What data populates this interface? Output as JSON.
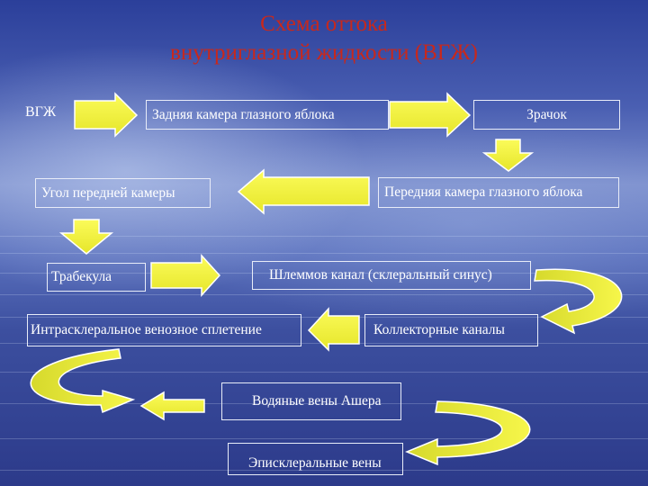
{
  "title": {
    "line1": "Схема оттока",
    "line2": "внутриглазной жидкости (ВГЖ)"
  },
  "nodes": {
    "vgzh": "ВГЖ",
    "posterior_chamber": "Задняя камера глазного яблока",
    "pupil": "Зрачок",
    "anterior_chamber": "Передняя камера глазного яблока",
    "anterior_angle": "Угол передней камеры",
    "trabecula": "Трабекула",
    "schlemm_canal": "Шлеммов канал (склеральный синус)",
    "collector_channels": "Коллекторные каналы",
    "intrascleral_plexus": "Интрасклеральное венозное сплетение",
    "aqueous_veins": "Водяные вены Ашера",
    "episcleral_veins": "Эписклеральные вены"
  },
  "colors": {
    "title": "#c8281c",
    "arrow_fill": "#f5f53a",
    "node_text": "#ffffff"
  }
}
